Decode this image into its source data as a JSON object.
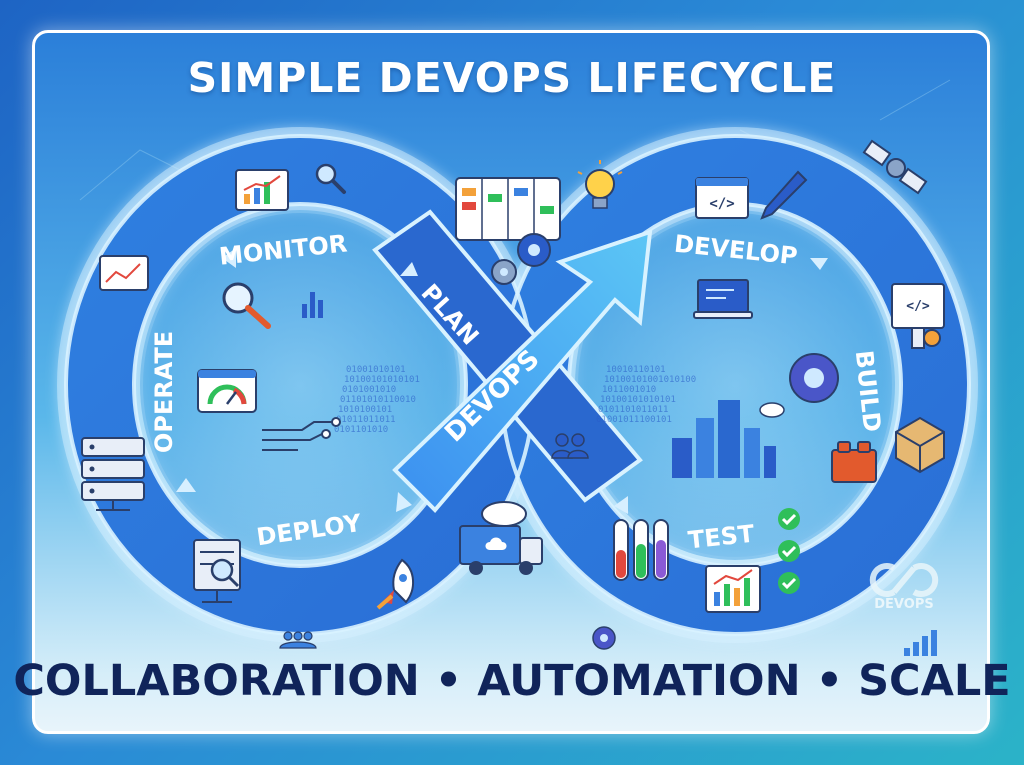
{
  "title": "SIMPLE DEVOPS LIFECYCLE",
  "stages": {
    "plan": "PLAN",
    "develop": "DEVELOP",
    "build": "BUILD",
    "test": "TEST",
    "deploy": "DEPLOY",
    "operate": "OPERATE",
    "monitor": "MONITOR"
  },
  "center_label": "DEVOPS",
  "brand_label": "DEVOPS",
  "binary_text": {
    "left": [
      "01001010101",
      "10100101010101",
      "0101001010",
      "01101010110010",
      "1010100101",
      "01011011011",
      "0101101010"
    ],
    "right": [
      "10010110101",
      "10100101001010100",
      "1011001010",
      "10100101010101",
      "0101101011011",
      "01001011100101"
    ]
  },
  "footer": {
    "part1": "COLLABORATION",
    "separator": "•",
    "part2": "AUTOMATION",
    "part3": "SCALE"
  },
  "colors": {
    "background": "#2a8ad6",
    "band": "#2f7fe0",
    "band_dark": "#1f63c8",
    "glow": "#d7f1ff",
    "footer_text": "#10245a",
    "check": "#2fbf5a"
  },
  "icons": [
    "chart-icon",
    "magnifier-icon",
    "kanban-board-icon",
    "lightbulb-icon",
    "code-window-icon",
    "pen-icon",
    "satellite-icon",
    "line-chart-icon",
    "bar-chart-icon",
    "gears-icon",
    "laptop-icon",
    "code-screen-icon",
    "gauge-icon",
    "server-rack-icon",
    "gear-wrench-icon",
    "city-icon",
    "cloud-icon",
    "team-icon",
    "lego-brick-icon",
    "box-icon",
    "test-tubes-icon",
    "check-icon",
    "delivery-truck-icon",
    "rocket-icon",
    "server-search-icon",
    "analytics-board-icon",
    "devops-logo-icon"
  ]
}
